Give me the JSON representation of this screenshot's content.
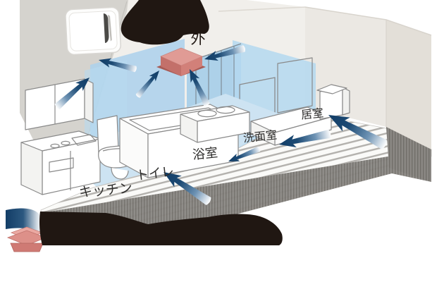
{
  "diagram": {
    "type": "ventilation-airflow-isometric-cutaway",
    "title": {
      "redacted": true,
      "visible_fragment": "外"
    },
    "rooms": [
      {
        "id": "kitchen",
        "label": "キッチン"
      },
      {
        "id": "toilet",
        "label": "トイレ"
      },
      {
        "id": "bathroom",
        "label": "浴室"
      },
      {
        "id": "washroom",
        "label": "洗面室"
      },
      {
        "id": "living-room",
        "label": "居室"
      }
    ],
    "icons": [
      {
        "name": "exhaust-fan-unit-icon",
        "color": "#e09b95"
      },
      {
        "name": "wall-vent-icon",
        "color": "#ffffff"
      },
      {
        "name": "airflow-arrow-icon",
        "color": "#17456e"
      }
    ],
    "colors": {
      "airflow_arrow_navy": "#17456e",
      "glass_panel_blue": "#aed3ec",
      "floor_blue": "#cde3f2",
      "fan_red_top": "#e09b95",
      "fan_red_side": "#c3706a",
      "wall_gray": "#d5d3ce",
      "wall_beige": "#e9e6df",
      "floor_shadow_gray": "#8a8781",
      "redaction_black": "#201712",
      "label_text": "#2f2e2d"
    }
  },
  "legend": {
    "icon": "exhaust-fan-with-airflow-icon",
    "text": {
      "redacted": true
    }
  }
}
